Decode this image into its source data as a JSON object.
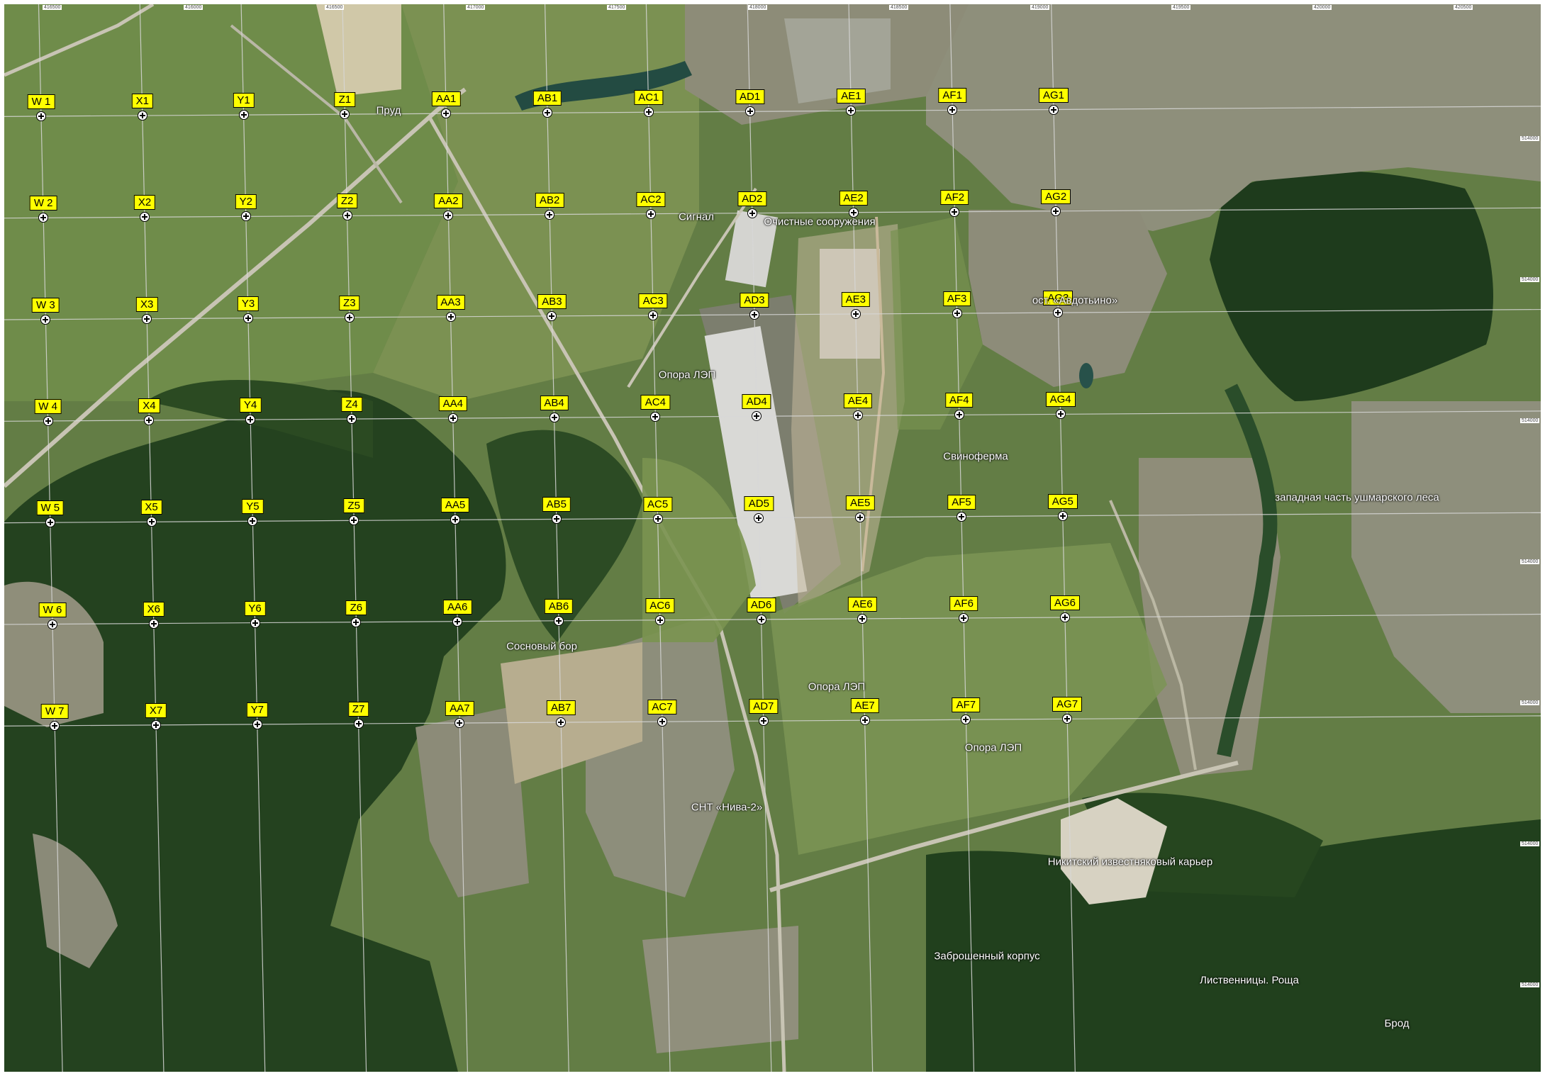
{
  "map": {
    "grid": {
      "columns": [
        "W",
        "X",
        "Y",
        "Z",
        "AA",
        "AB",
        "AC",
        "AD",
        "AE",
        "AF",
        "AG"
      ],
      "rows": 7,
      "marker_labels": [
        [
          "W 1",
          "X1",
          "Y1",
          "Z1",
          "AA1",
          "AB1",
          "AC1",
          "AD1",
          "AE1",
          "AF1",
          "AG1"
        ],
        [
          "W 2",
          "X2",
          "Y2",
          "Z2",
          "AA2",
          "AB2",
          "AC2",
          "AD2",
          "AE2",
          "AF2",
          "AG2"
        ],
        [
          "W 3",
          "X3",
          "Y3",
          "Z3",
          "AA3",
          "AB3",
          "AC3",
          "AD3",
          "AE3",
          "AF3",
          "AG3"
        ],
        [
          "W 4",
          "X4",
          "Y4",
          "Z4",
          "AA4",
          "AB4",
          "AC4",
          "AD4",
          "AE4",
          "AF4",
          "AG4"
        ],
        [
          "W 5",
          "X5",
          "Y5",
          "Z5",
          "AA5",
          "AB5",
          "AC5",
          "AD5",
          "AE5",
          "AF5",
          "AG5"
        ],
        [
          "W 6",
          "X6",
          "Y6",
          "Z6",
          "AA6",
          "AB6",
          "AC6",
          "AD6",
          "AE6",
          "AF6",
          "AG6"
        ],
        [
          "W 7",
          "X7",
          "Y7",
          "Z7",
          "AA7",
          "AB7",
          "AC7",
          "AD7",
          "AE7",
          "AF7",
          "AG7"
        ]
      ],
      "label_color": "#ffff00",
      "line_color": "#d8d8d8"
    },
    "place_labels": [
      {
        "id": "pond",
        "text": "Пруд"
      },
      {
        "id": "signal",
        "text": "Сигнал"
      },
      {
        "id": "treatment",
        "text": "Очистные сооружения"
      },
      {
        "id": "bus-stop",
        "text": "ост. «Авдотьино»"
      },
      {
        "id": "pylon-1",
        "text": "Опора ЛЭП"
      },
      {
        "id": "pig-farm",
        "text": "Свиноферма"
      },
      {
        "id": "forest-west",
        "text": "западная часть ушмарского леса"
      },
      {
        "id": "pine-forest",
        "text": "Сосновый бор"
      },
      {
        "id": "pylon-2",
        "text": "Опора ЛЭП"
      },
      {
        "id": "pylon-3",
        "text": "Опора ЛЭП"
      },
      {
        "id": "snt-niva",
        "text": "СНТ «Нива-2»"
      },
      {
        "id": "quarry",
        "text": "Никитский известняковый карьер"
      },
      {
        "id": "abandoned",
        "text": "Заброшенный корпус"
      },
      {
        "id": "larch-grove",
        "text": "Лиственницы. Роща"
      },
      {
        "id": "ford",
        "text": "Брод"
      }
    ],
    "edge_labels": {
      "top": [
        "416500",
        "416000",
        "416500",
        "417000",
        "417500",
        "418000",
        "418500",
        "419000",
        "419500",
        "420000",
        "420500"
      ],
      "right": [
        "514000",
        "514000",
        "514000",
        "514000",
        "514000",
        "514000",
        "514000"
      ]
    },
    "colors": {
      "forest_dark": "#1f3d1f",
      "meadow": "#6f8a4c",
      "settlement": "#9a9a88",
      "warehouse_roof": "#d9d9d6",
      "road": "#c8c4b4"
    }
  }
}
